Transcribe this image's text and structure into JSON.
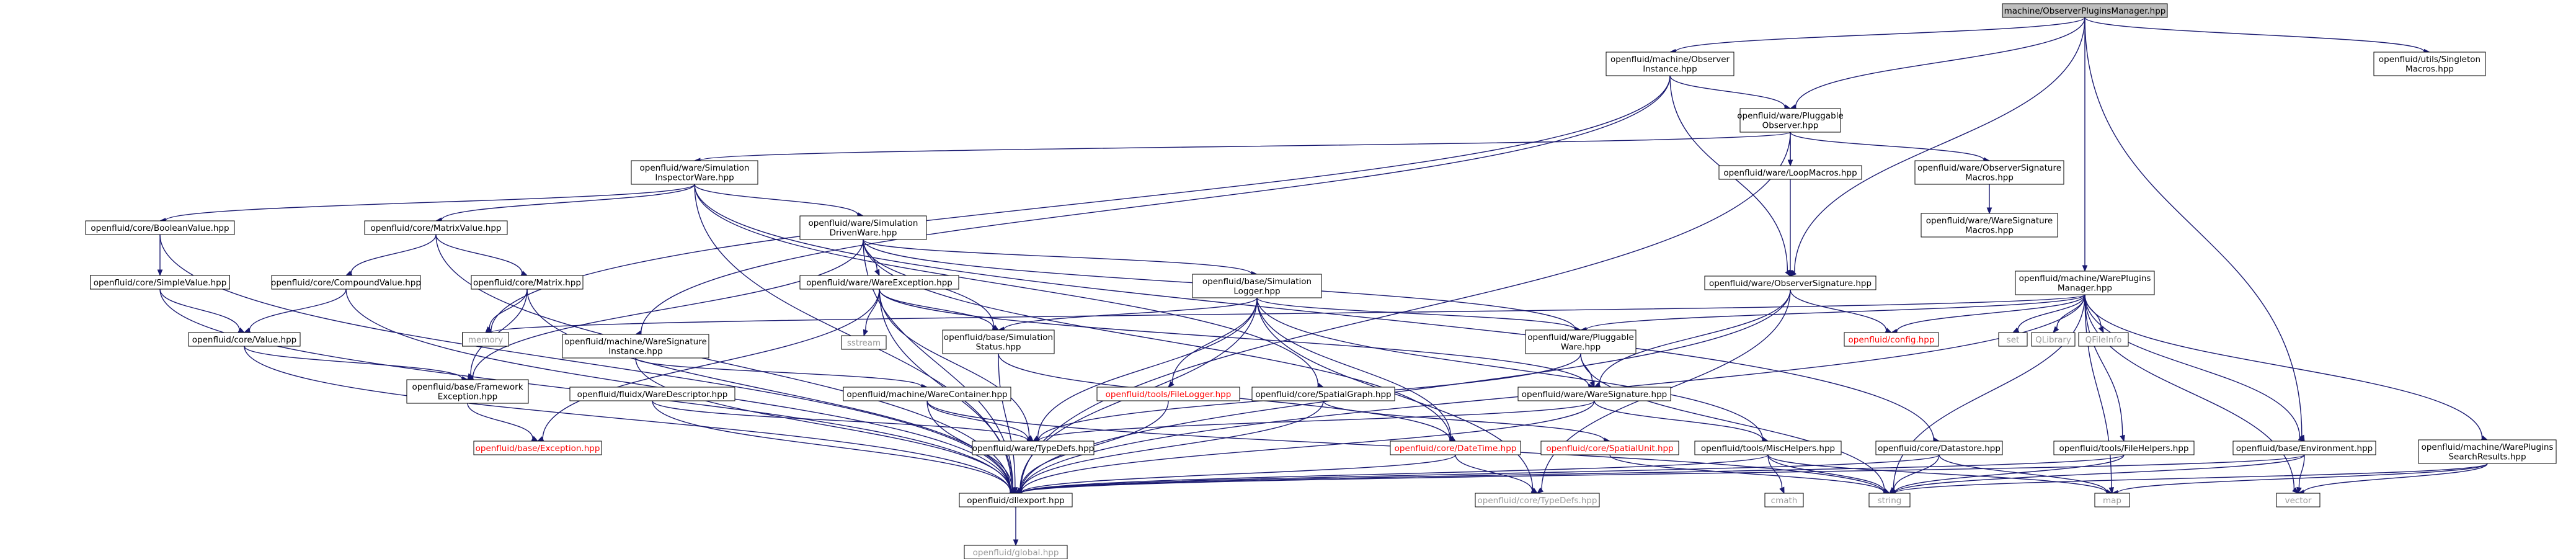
{
  "colors": {
    "edge": "#191970",
    "root_fill": "#bfbfbf",
    "node_border": "#000000",
    "external_border": "#bfbfbf",
    "external_text": "#9a9a9a",
    "missing_border": "#ff0000",
    "missing_text": "#ff0000"
  },
  "nodes": [
    {
      "id": "root",
      "lines": [
        "machine/ObserverPluginsManager.hpp"
      ],
      "kind": "root"
    },
    {
      "id": "obsinst",
      "lines": [
        "openfluid/machine/Observer",
        "Instance.hpp"
      ],
      "kind": "normal"
    },
    {
      "id": "pluggobs",
      "lines": [
        "openfluid/ware/Pluggable",
        "Observer.hpp"
      ],
      "kind": "normal"
    },
    {
      "id": "singleton",
      "lines": [
        "openfluid/utils/Singleton",
        "Macros.hpp"
      ],
      "kind": "normal"
    },
    {
      "id": "siminsp",
      "lines": [
        "openfluid/ware/Simulation",
        "InspectorWare.hpp"
      ],
      "kind": "normal"
    },
    {
      "id": "loopmac",
      "lines": [
        "openfluid/ware/LoopMacros.hpp"
      ],
      "kind": "normal"
    },
    {
      "id": "obssigmac",
      "lines": [
        "openfluid/ware/ObserverSignature",
        "Macros.hpp"
      ],
      "kind": "normal"
    },
    {
      "id": "waresigmac",
      "lines": [
        "openfluid/ware/WareSignature",
        "Macros.hpp"
      ],
      "kind": "normal"
    },
    {
      "id": "boolval",
      "lines": [
        "openfluid/core/BooleanValue.hpp"
      ],
      "kind": "normal"
    },
    {
      "id": "matrixval",
      "lines": [
        "openfluid/core/MatrixValue.hpp"
      ],
      "kind": "normal"
    },
    {
      "id": "simdriven",
      "lines": [
        "openfluid/ware/Simulation",
        "DrivenWare.hpp"
      ],
      "kind": "normal"
    },
    {
      "id": "obssig",
      "lines": [
        "openfluid/ware/ObserverSignature.hpp"
      ],
      "kind": "normal"
    },
    {
      "id": "wpmgr",
      "lines": [
        "openfluid/machine/WarePlugins",
        "Manager.hpp"
      ],
      "kind": "normal"
    },
    {
      "id": "simpleval",
      "lines": [
        "openfluid/core/SimpleValue.hpp"
      ],
      "kind": "normal"
    },
    {
      "id": "compval",
      "lines": [
        "openfluid/core/CompoundValue.hpp"
      ],
      "kind": "normal"
    },
    {
      "id": "matrix",
      "lines": [
        "openfluid/core/Matrix.hpp"
      ],
      "kind": "normal"
    },
    {
      "id": "wareexc",
      "lines": [
        "openfluid/ware/WareException.hpp"
      ],
      "kind": "normal"
    },
    {
      "id": "simlogger",
      "lines": [
        "openfluid/base/Simulation",
        "Logger.hpp"
      ],
      "kind": "normal"
    },
    {
      "id": "value",
      "lines": [
        "openfluid/core/Value.hpp"
      ],
      "kind": "normal"
    },
    {
      "id": "memory",
      "lines": [
        "memory"
      ],
      "kind": "external"
    },
    {
      "id": "sstream",
      "lines": [
        "sstream"
      ],
      "kind": "external"
    },
    {
      "id": "simstatus",
      "lines": [
        "openfluid/base/Simulation",
        "Status.hpp"
      ],
      "kind": "normal"
    },
    {
      "id": "waresiginst",
      "lines": [
        "openfluid/machine/WareSignature",
        "Instance.hpp"
      ],
      "kind": "normal"
    },
    {
      "id": "pluggware",
      "lines": [
        "openfluid/ware/Pluggable",
        "Ware.hpp"
      ],
      "kind": "normal"
    },
    {
      "id": "config",
      "lines": [
        "openfluid/config.hpp"
      ],
      "kind": "missing"
    },
    {
      "id": "set",
      "lines": [
        "set"
      ],
      "kind": "external"
    },
    {
      "id": "qlibrary",
      "lines": [
        "QLibrary"
      ],
      "kind": "external"
    },
    {
      "id": "qfileinfo",
      "lines": [
        "QFileInfo"
      ],
      "kind": "external"
    },
    {
      "id": "fwexc",
      "lines": [
        "openfluid/base/Framework",
        "Exception.hpp"
      ],
      "kind": "normal"
    },
    {
      "id": "waredesc",
      "lines": [
        "openfluid/fluidx/WareDescriptor.hpp"
      ],
      "kind": "normal"
    },
    {
      "id": "warecont",
      "lines": [
        "openfluid/machine/WareContainer.hpp"
      ],
      "kind": "normal"
    },
    {
      "id": "filelogger",
      "lines": [
        "openfluid/tools/FileLogger.hpp"
      ],
      "kind": "missing"
    },
    {
      "id": "spgraph",
      "lines": [
        "openfluid/core/SpatialGraph.hpp"
      ],
      "kind": "normal"
    },
    {
      "id": "waresig",
      "lines": [
        "openfluid/ware/WareSignature.hpp"
      ],
      "kind": "normal"
    },
    {
      "id": "baseexc",
      "lines": [
        "openfluid/base/Exception.hpp"
      ],
      "kind": "missing"
    },
    {
      "id": "waretypedefs",
      "lines": [
        "openfluid/ware/TypeDefs.hpp"
      ],
      "kind": "normal"
    },
    {
      "id": "datetime",
      "lines": [
        "openfluid/core/DateTime.hpp"
      ],
      "kind": "missing"
    },
    {
      "id": "spunit",
      "lines": [
        "openfluid/core/SpatialUnit.hpp"
      ],
      "kind": "missing"
    },
    {
      "id": "mischelp",
      "lines": [
        "openfluid/tools/MiscHelpers.hpp"
      ],
      "kind": "normal"
    },
    {
      "id": "datastore",
      "lines": [
        "openfluid/core/Datastore.hpp"
      ],
      "kind": "normal"
    },
    {
      "id": "filehelp",
      "lines": [
        "openfluid/tools/FileHelpers.hpp"
      ],
      "kind": "normal"
    },
    {
      "id": "baseenv",
      "lines": [
        "openfluid/base/Environment.hpp"
      ],
      "kind": "normal"
    },
    {
      "id": "wpsearch",
      "lines": [
        "openfluid/machine/WarePlugins",
        "SearchResults.hpp"
      ],
      "kind": "normal"
    },
    {
      "id": "dllexport",
      "lines": [
        "openfluid/dllexport.hpp"
      ],
      "kind": "normal"
    },
    {
      "id": "coretypedefs",
      "lines": [
        "openfluid/core/TypeDefs.hpp"
      ],
      "kind": "external"
    },
    {
      "id": "cmath",
      "lines": [
        "cmath"
      ],
      "kind": "external"
    },
    {
      "id": "string",
      "lines": [
        "string"
      ],
      "kind": "external"
    },
    {
      "id": "map",
      "lines": [
        "map"
      ],
      "kind": "external"
    },
    {
      "id": "vector",
      "lines": [
        "vector"
      ],
      "kind": "external"
    },
    {
      "id": "global",
      "lines": [
        "openfluid/global.hpp"
      ],
      "kind": "external"
    }
  ],
  "edges": [
    [
      "root",
      "obsinst"
    ],
    [
      "root",
      "pluggobs"
    ],
    [
      "root",
      "singleton"
    ],
    [
      "root",
      "obssig"
    ],
    [
      "root",
      "wpmgr"
    ],
    [
      "root",
      "baseenv"
    ],
    [
      "obsinst",
      "pluggobs"
    ],
    [
      "obsinst",
      "memory"
    ],
    [
      "obsinst",
      "waresiginst"
    ],
    [
      "obsinst",
      "obssig"
    ],
    [
      "pluggobs",
      "siminsp"
    ],
    [
      "pluggobs",
      "loopmac"
    ],
    [
      "pluggobs",
      "obssigmac"
    ],
    [
      "pluggobs",
      "obssig"
    ],
    [
      "pluggobs",
      "dllexport"
    ],
    [
      "obssigmac",
      "waresigmac"
    ],
    [
      "siminsp",
      "boolval"
    ],
    [
      "siminsp",
      "matrixval"
    ],
    [
      "siminsp",
      "simdriven"
    ],
    [
      "siminsp",
      "spgraph"
    ],
    [
      "siminsp",
      "datastore"
    ],
    [
      "siminsp",
      "dllexport"
    ],
    [
      "boolval",
      "simpleval"
    ],
    [
      "boolval",
      "dllexport"
    ],
    [
      "matrixval",
      "compval"
    ],
    [
      "matrixval",
      "matrix"
    ],
    [
      "matrixval",
      "dllexport"
    ],
    [
      "simdriven",
      "wareexc"
    ],
    [
      "simdriven",
      "simlogger"
    ],
    [
      "simdriven",
      "simstatus"
    ],
    [
      "simdriven",
      "pluggware"
    ],
    [
      "simdriven",
      "fwexc"
    ],
    [
      "simdriven",
      "datetime"
    ],
    [
      "simdriven",
      "dllexport"
    ],
    [
      "obssig",
      "config"
    ],
    [
      "obssig",
      "waresig"
    ],
    [
      "obssig",
      "coretypedefs"
    ],
    [
      "obssig",
      "dllexport"
    ],
    [
      "wpmgr",
      "memory"
    ],
    [
      "wpmgr",
      "pluggware"
    ],
    [
      "wpmgr",
      "config"
    ],
    [
      "wpmgr",
      "set"
    ],
    [
      "wpmgr",
      "qlibrary"
    ],
    [
      "wpmgr",
      "qfileinfo"
    ],
    [
      "wpmgr",
      "filehelp"
    ],
    [
      "wpmgr",
      "baseenv"
    ],
    [
      "wpmgr",
      "wpsearch"
    ],
    [
      "wpmgr",
      "string"
    ],
    [
      "wpmgr",
      "map"
    ],
    [
      "wpmgr",
      "vector"
    ],
    [
      "wpmgr",
      "dllexport"
    ],
    [
      "simpleval",
      "value"
    ],
    [
      "simpleval",
      "dllexport"
    ],
    [
      "compval",
      "value"
    ],
    [
      "compval",
      "dllexport"
    ],
    [
      "matrix",
      "memory"
    ],
    [
      "matrix",
      "fwexc"
    ],
    [
      "matrix",
      "dllexport"
    ],
    [
      "wareexc",
      "sstream"
    ],
    [
      "wareexc",
      "simstatus"
    ],
    [
      "wareexc",
      "baseexc"
    ],
    [
      "wareexc",
      "waresig"
    ],
    [
      "wareexc",
      "waretypedefs"
    ],
    [
      "wareexc",
      "dllexport"
    ],
    [
      "simlogger",
      "filelogger"
    ],
    [
      "simlogger",
      "simstatus"
    ],
    [
      "simlogger",
      "pluggware"
    ],
    [
      "simlogger",
      "waretypedefs"
    ],
    [
      "simlogger",
      "datetime"
    ],
    [
      "simlogger",
      "mischelp"
    ],
    [
      "simlogger",
      "coretypedefs"
    ],
    [
      "simlogger",
      "dllexport"
    ],
    [
      "value",
      "fwexc"
    ],
    [
      "value",
      "dllexport"
    ],
    [
      "simstatus",
      "datetime"
    ],
    [
      "simstatus",
      "dllexport"
    ],
    [
      "waresiginst",
      "warecont"
    ],
    [
      "waresiginst",
      "dllexport"
    ],
    [
      "pluggware",
      "waresig"
    ],
    [
      "pluggware",
      "waretypedefs"
    ],
    [
      "pluggware",
      "string"
    ],
    [
      "fwexc",
      "baseexc"
    ],
    [
      "waredesc",
      "waretypedefs"
    ],
    [
      "waredesc",
      "dllexport"
    ],
    [
      "warecont",
      "waretypedefs"
    ],
    [
      "warecont",
      "dllexport"
    ],
    [
      "warecont",
      "string"
    ],
    [
      "filelogger",
      "dllexport"
    ],
    [
      "spgraph",
      "spunit"
    ],
    [
      "spgraph",
      "dllexport"
    ],
    [
      "waresig",
      "waretypedefs"
    ],
    [
      "waresig",
      "mischelp"
    ],
    [
      "waresig",
      "dllexport"
    ],
    [
      "datetime",
      "coretypedefs"
    ],
    [
      "datetime",
      "dllexport"
    ],
    [
      "spunit",
      "string"
    ],
    [
      "mischelp",
      "cmath"
    ],
    [
      "mischelp",
      "string"
    ],
    [
      "mischelp",
      "map"
    ],
    [
      "mischelp",
      "dllexport"
    ],
    [
      "datastore",
      "string"
    ],
    [
      "datastore",
      "map"
    ],
    [
      "datastore",
      "dllexport"
    ],
    [
      "filehelp",
      "string"
    ],
    [
      "filehelp",
      "dllexport"
    ],
    [
      "baseenv",
      "string"
    ],
    [
      "baseenv",
      "vector"
    ],
    [
      "baseenv",
      "dllexport"
    ],
    [
      "wpsearch",
      "string"
    ],
    [
      "wpsearch",
      "map"
    ],
    [
      "wpsearch",
      "vector"
    ],
    [
      "dllexport",
      "global"
    ]
  ]
}
